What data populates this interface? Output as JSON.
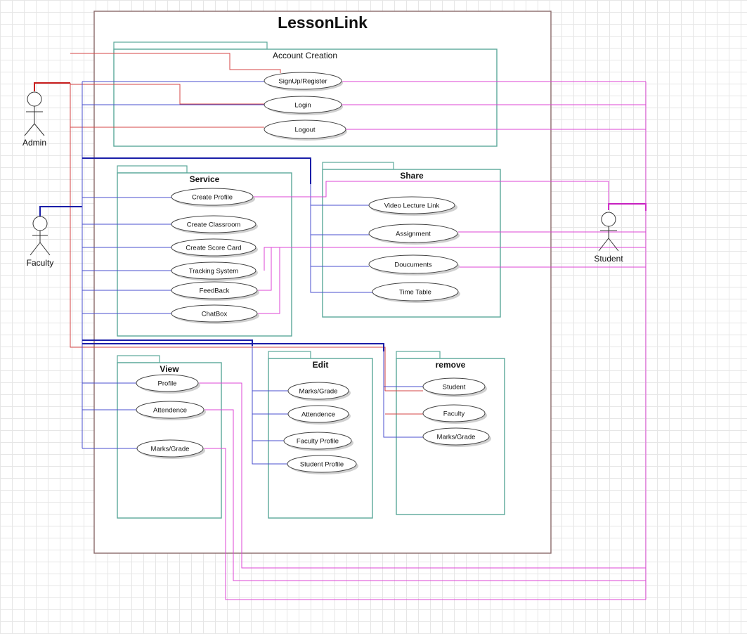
{
  "title": "LessonLink",
  "colors": {
    "admin_line": "#d64545",
    "faculty_line": "#4a4fcf",
    "student_line": "#dd44d6",
    "package_border": "#5aa89a",
    "system_border": "#8a6a6a"
  },
  "actors": {
    "admin": "Admin",
    "faculty": "Faculty",
    "student": "Student"
  },
  "packages": {
    "account": {
      "title": "Account Creation",
      "use_cases": {
        "signup": "SignUp/Register",
        "login": "Login",
        "logout": "Logout"
      }
    },
    "service": {
      "title": "Service",
      "use_cases": {
        "create_profile": "Create Profile",
        "create_classroom": "Create Classroom",
        "create_score_card": "Create Score Card",
        "tracking_system": "Tracking System",
        "feedback": "FeedBack",
        "chatbox": "ChatBox"
      }
    },
    "share": {
      "title": "Share",
      "use_cases": {
        "video_lecture_link": "Video Lecture Link",
        "assignment": "Assignment",
        "documents": "Doucuments",
        "time_table": "Time Table"
      }
    },
    "view": {
      "title": "View",
      "use_cases": {
        "profile": "Profile",
        "attendence": "Attendence",
        "marks_grade": "Marks/Grade"
      }
    },
    "edit": {
      "title": "Edit",
      "use_cases": {
        "marks_grade": "Marks/Grade",
        "attendence": "Attendence",
        "faculty_profile": "Faculty Profile",
        "student_profile": "Student Profile"
      }
    },
    "remove": {
      "title": "remove",
      "use_cases": {
        "student": "Student",
        "faculty": "Faculty",
        "marks_grade": "Marks/Grade"
      }
    }
  }
}
